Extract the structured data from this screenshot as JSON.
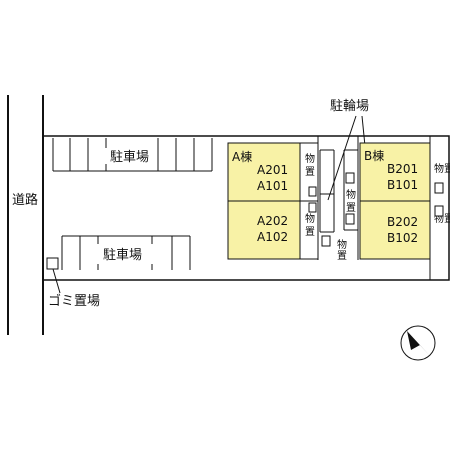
{
  "site_plan": {
    "road_label": "道路",
    "parking_top_label": "駐車場",
    "parking_bottom_label": "駐車場",
    "garbage_label": "ゴミ置場",
    "bicycle_parking_label": "駐輪場",
    "storage_label": "物置",
    "building_a": {
      "name": "A棟",
      "units_upper": [
        "A201",
        "A101"
      ],
      "units_lower": [
        "A202",
        "A102"
      ]
    },
    "building_b": {
      "name": "B棟",
      "units_upper": [
        "B201",
        "B101"
      ],
      "units_lower": [
        "B202",
        "B102"
      ]
    },
    "colors": {
      "building_fill": "#f8f2a6",
      "line": "#111111",
      "background": "#ffffff"
    },
    "north_arrow_icon": "north-arrow-icon"
  }
}
